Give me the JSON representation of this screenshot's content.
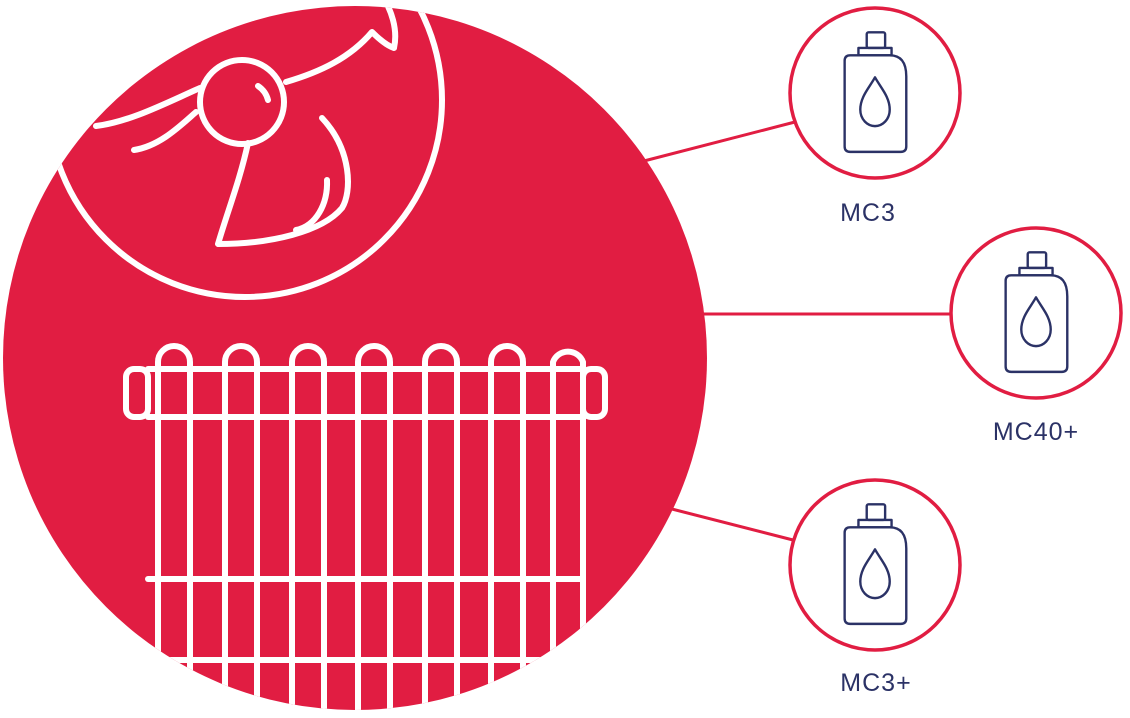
{
  "colors": {
    "primary_red": "#e11d42",
    "icon_navy": "#2b3266",
    "background": "#ffffff",
    "line_white": "#ffffff"
  },
  "central_icons": [
    "fan-icon",
    "radiator-icon"
  ],
  "products": [
    {
      "label": "MC3",
      "icon": "coolant-bottle-icon"
    },
    {
      "label": "MC40+",
      "icon": "coolant-bottle-icon"
    },
    {
      "label": "MC3+",
      "icon": "coolant-bottle-icon"
    }
  ]
}
